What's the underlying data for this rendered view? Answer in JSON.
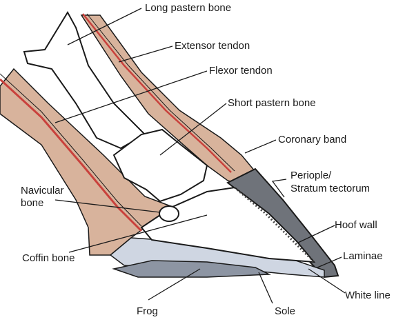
{
  "diagram": {
    "colors": {
      "tissue": "#d8b39c",
      "tendon": "#c9413c",
      "bone": "#ffffff",
      "outline": "#1a1a1a",
      "hoof_wall": "#6f737a",
      "sole": "#cfd6e2",
      "frog": "#8d95a3"
    },
    "labels": {
      "long_pastern_bone": "Long pastern bone",
      "extensor_tendon": "Extensor tendon",
      "flexor_tendon": "Flexor tendon",
      "short_pastern_bone": "Short pastern bone",
      "coronary_band": "Coronary band",
      "periople_line1": "Periople/",
      "periople_line2": "Stratum tectorum",
      "navicular_line1": "Navicular",
      "navicular_line2": "bone",
      "hoof_wall": "Hoof wall",
      "coffin_bone": "Coffin bone",
      "laminae": "Laminae",
      "white_line": "White line",
      "frog": "Frog",
      "sole": "Sole"
    }
  }
}
